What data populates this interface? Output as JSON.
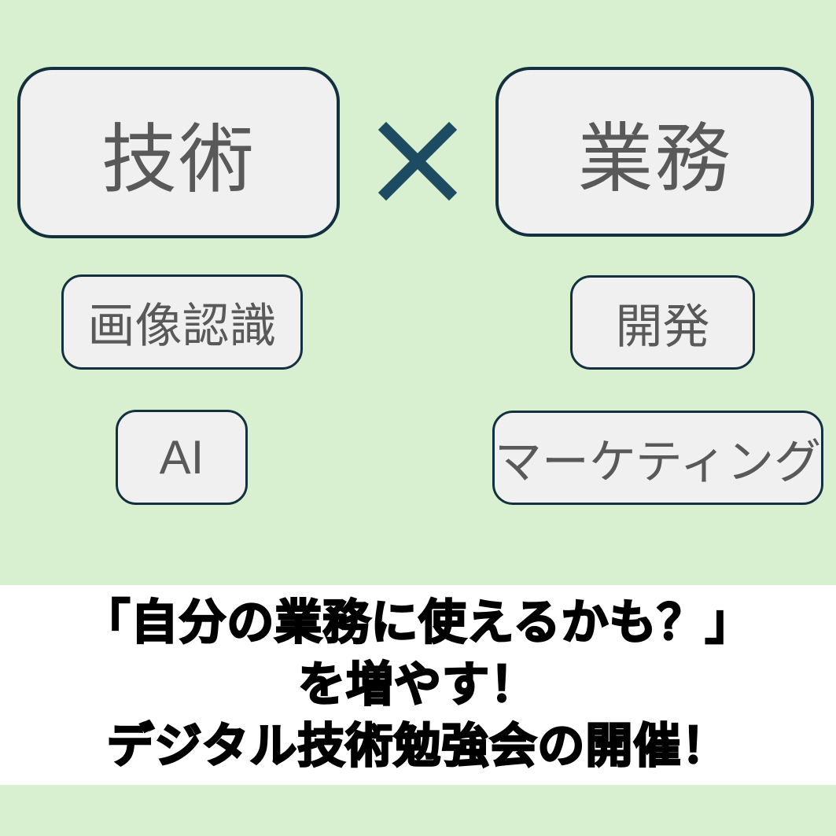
{
  "page": {
    "background_color": "#d9f0d0",
    "banner_background_color": "#ffffff"
  },
  "colors": {
    "box_fill": "#f0f0f0",
    "box_border": "#13303f",
    "box_text": "#595959",
    "multiply": "#1d4b61",
    "banner_text": "#000000"
  },
  "diagram": {
    "left_column": {
      "main_label": "技術",
      "tags": [
        {
          "label": "画像認識"
        },
        {
          "label": "AI"
        }
      ]
    },
    "multiply_symbol": "×",
    "right_column": {
      "main_label": "業務",
      "tags": [
        {
          "label": "開発"
        },
        {
          "label": "マーケティング"
        }
      ]
    }
  },
  "banner": {
    "lines": [
      "「自分の業務に使えるかも？」",
      "を増やす！",
      "デジタル技術勉強会の開催！"
    ]
  }
}
